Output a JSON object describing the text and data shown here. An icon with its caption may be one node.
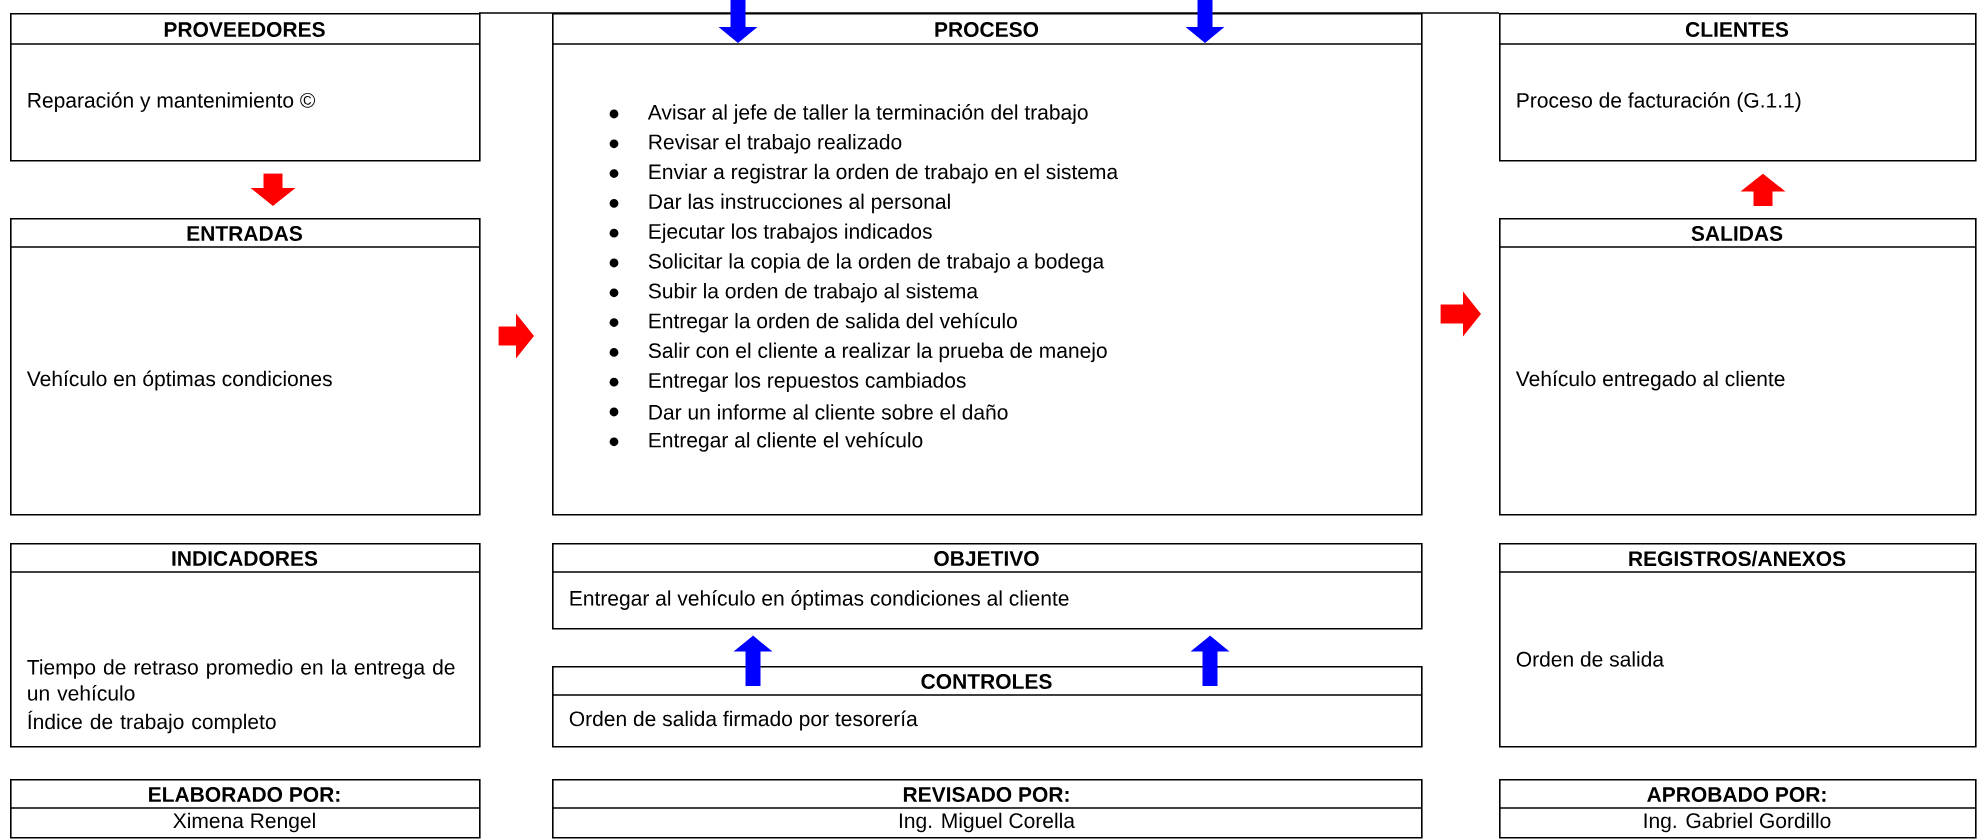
{
  "diagram": {
    "nodes": [
      {
        "text": [
          "PROVEEDORES",
          "Reparación y mantenimiento ©"
        ]
      },
      {
        "text": [
          "ENTRADAS",
          "Vehículo en óptimas condiciones"
        ]
      },
      {
        "text": [
          "PROCESO",
          "Avisar al jefe de taller la terminación del trabajo",
          "Revisar el trabajo realizado",
          "Enviar a registrar la orden de trabajo en el sistema",
          "Dar las instrucciones al personal",
          "Ejecutar los trabajos indicados",
          "Solicitar la copia de la orden de trabajo a bodega",
          "Subir la orden de trabajo al sistema",
          "Entregar la orden de salida del vehículo",
          "Salir con el cliente a realizar la prueba de manejo",
          "Entregar los repuestos cambiados",
          "Dar un informe al cliente sobre el daño",
          "Entregar al cliente el vehículo"
        ]
      },
      {
        "text": [
          "CLIENTES",
          "Proceso de facturación (G.1.1)"
        ]
      },
      {
        "text": [
          "SALIDAS",
          "Vehículo entregado al cliente"
        ]
      },
      {
        "text": [
          "INDICADORES",
          "Tiempo de retraso promedio en la entrega de un vehículo",
          "Índice de trabajo completo"
        ]
      },
      {
        "text": [
          "OBJETIVO",
          "Entregar al vehículo en óptimas condiciones al cliente"
        ]
      },
      {
        "text": [
          "CONTROLES",
          "Orden de  salida  firmado por  tesorería"
        ]
      },
      {
        "text": [
          "REGISTROS/ANEXOS",
          "Orden de salida"
        ]
      },
      {
        "text": [
          "ELABORADO POR:",
          "Ximena Rengel"
        ]
      },
      {
        "text": [
          "REVISADO POR:",
          "Ing. Miguel Corella"
        ]
      },
      {
        "text": [
          "APROBADO POR:",
          "Ing. Gabriel Gordillo"
        ]
      }
    ],
    "edges": [
      {
        "from": 0,
        "to": 1,
        "arrow": "to",
        "color": "#ff0000"
      },
      {
        "from": 1,
        "to": 2,
        "arrow": "to",
        "color": "#ff0000"
      },
      {
        "from": 2,
        "to": 4,
        "arrow": "to",
        "color": "#ff0000"
      },
      {
        "from": 4,
        "to": 3,
        "arrow": "to",
        "color": "#ff0000"
      },
      {
        "from": null,
        "to": 2,
        "arrow": "to",
        "color": "#0000ff"
      },
      {
        "from": null,
        "to": 2,
        "arrow": "to",
        "color": "#0000ff"
      },
      {
        "from": 7,
        "to": 6,
        "arrow": "to",
        "color": "#0000ff"
      },
      {
        "from": 7,
        "to": 6,
        "arrow": "to",
        "color": "#0000ff"
      }
    ]
  }
}
